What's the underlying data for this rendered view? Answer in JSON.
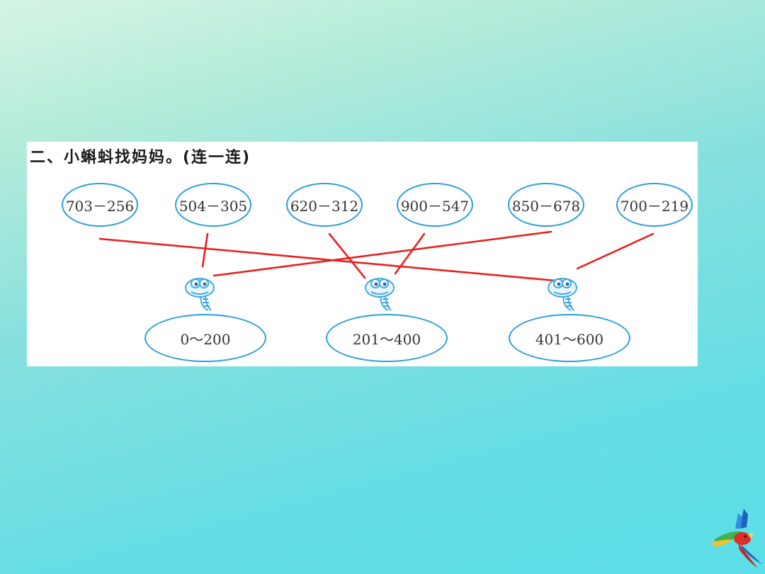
{
  "exercise": {
    "heading": "二、小蝌蚪找妈妈。(连一连)",
    "expressions": [
      "703－256",
      "504－305",
      "620－312",
      "900－547",
      "850－678",
      "700－219"
    ],
    "ranges": [
      "0～200",
      "201～400",
      "401～600"
    ],
    "connections": [
      {
        "expression": "703－256",
        "range": "401～600"
      },
      {
        "expression": "504－305",
        "range": "0～200"
      },
      {
        "expression": "620－312",
        "range": "201～400"
      },
      {
        "expression": "900－547",
        "range": "201～400"
      },
      {
        "expression": "850－678",
        "range": "0～200"
      },
      {
        "expression": "700－219",
        "range": "401～600"
      }
    ]
  },
  "colors": {
    "line": "#e8201e",
    "ellipse_border": "#2a9fd8",
    "tadpole": "#4fb3e6"
  },
  "icons": [
    "tadpole-icon",
    "parrot-icon"
  ]
}
